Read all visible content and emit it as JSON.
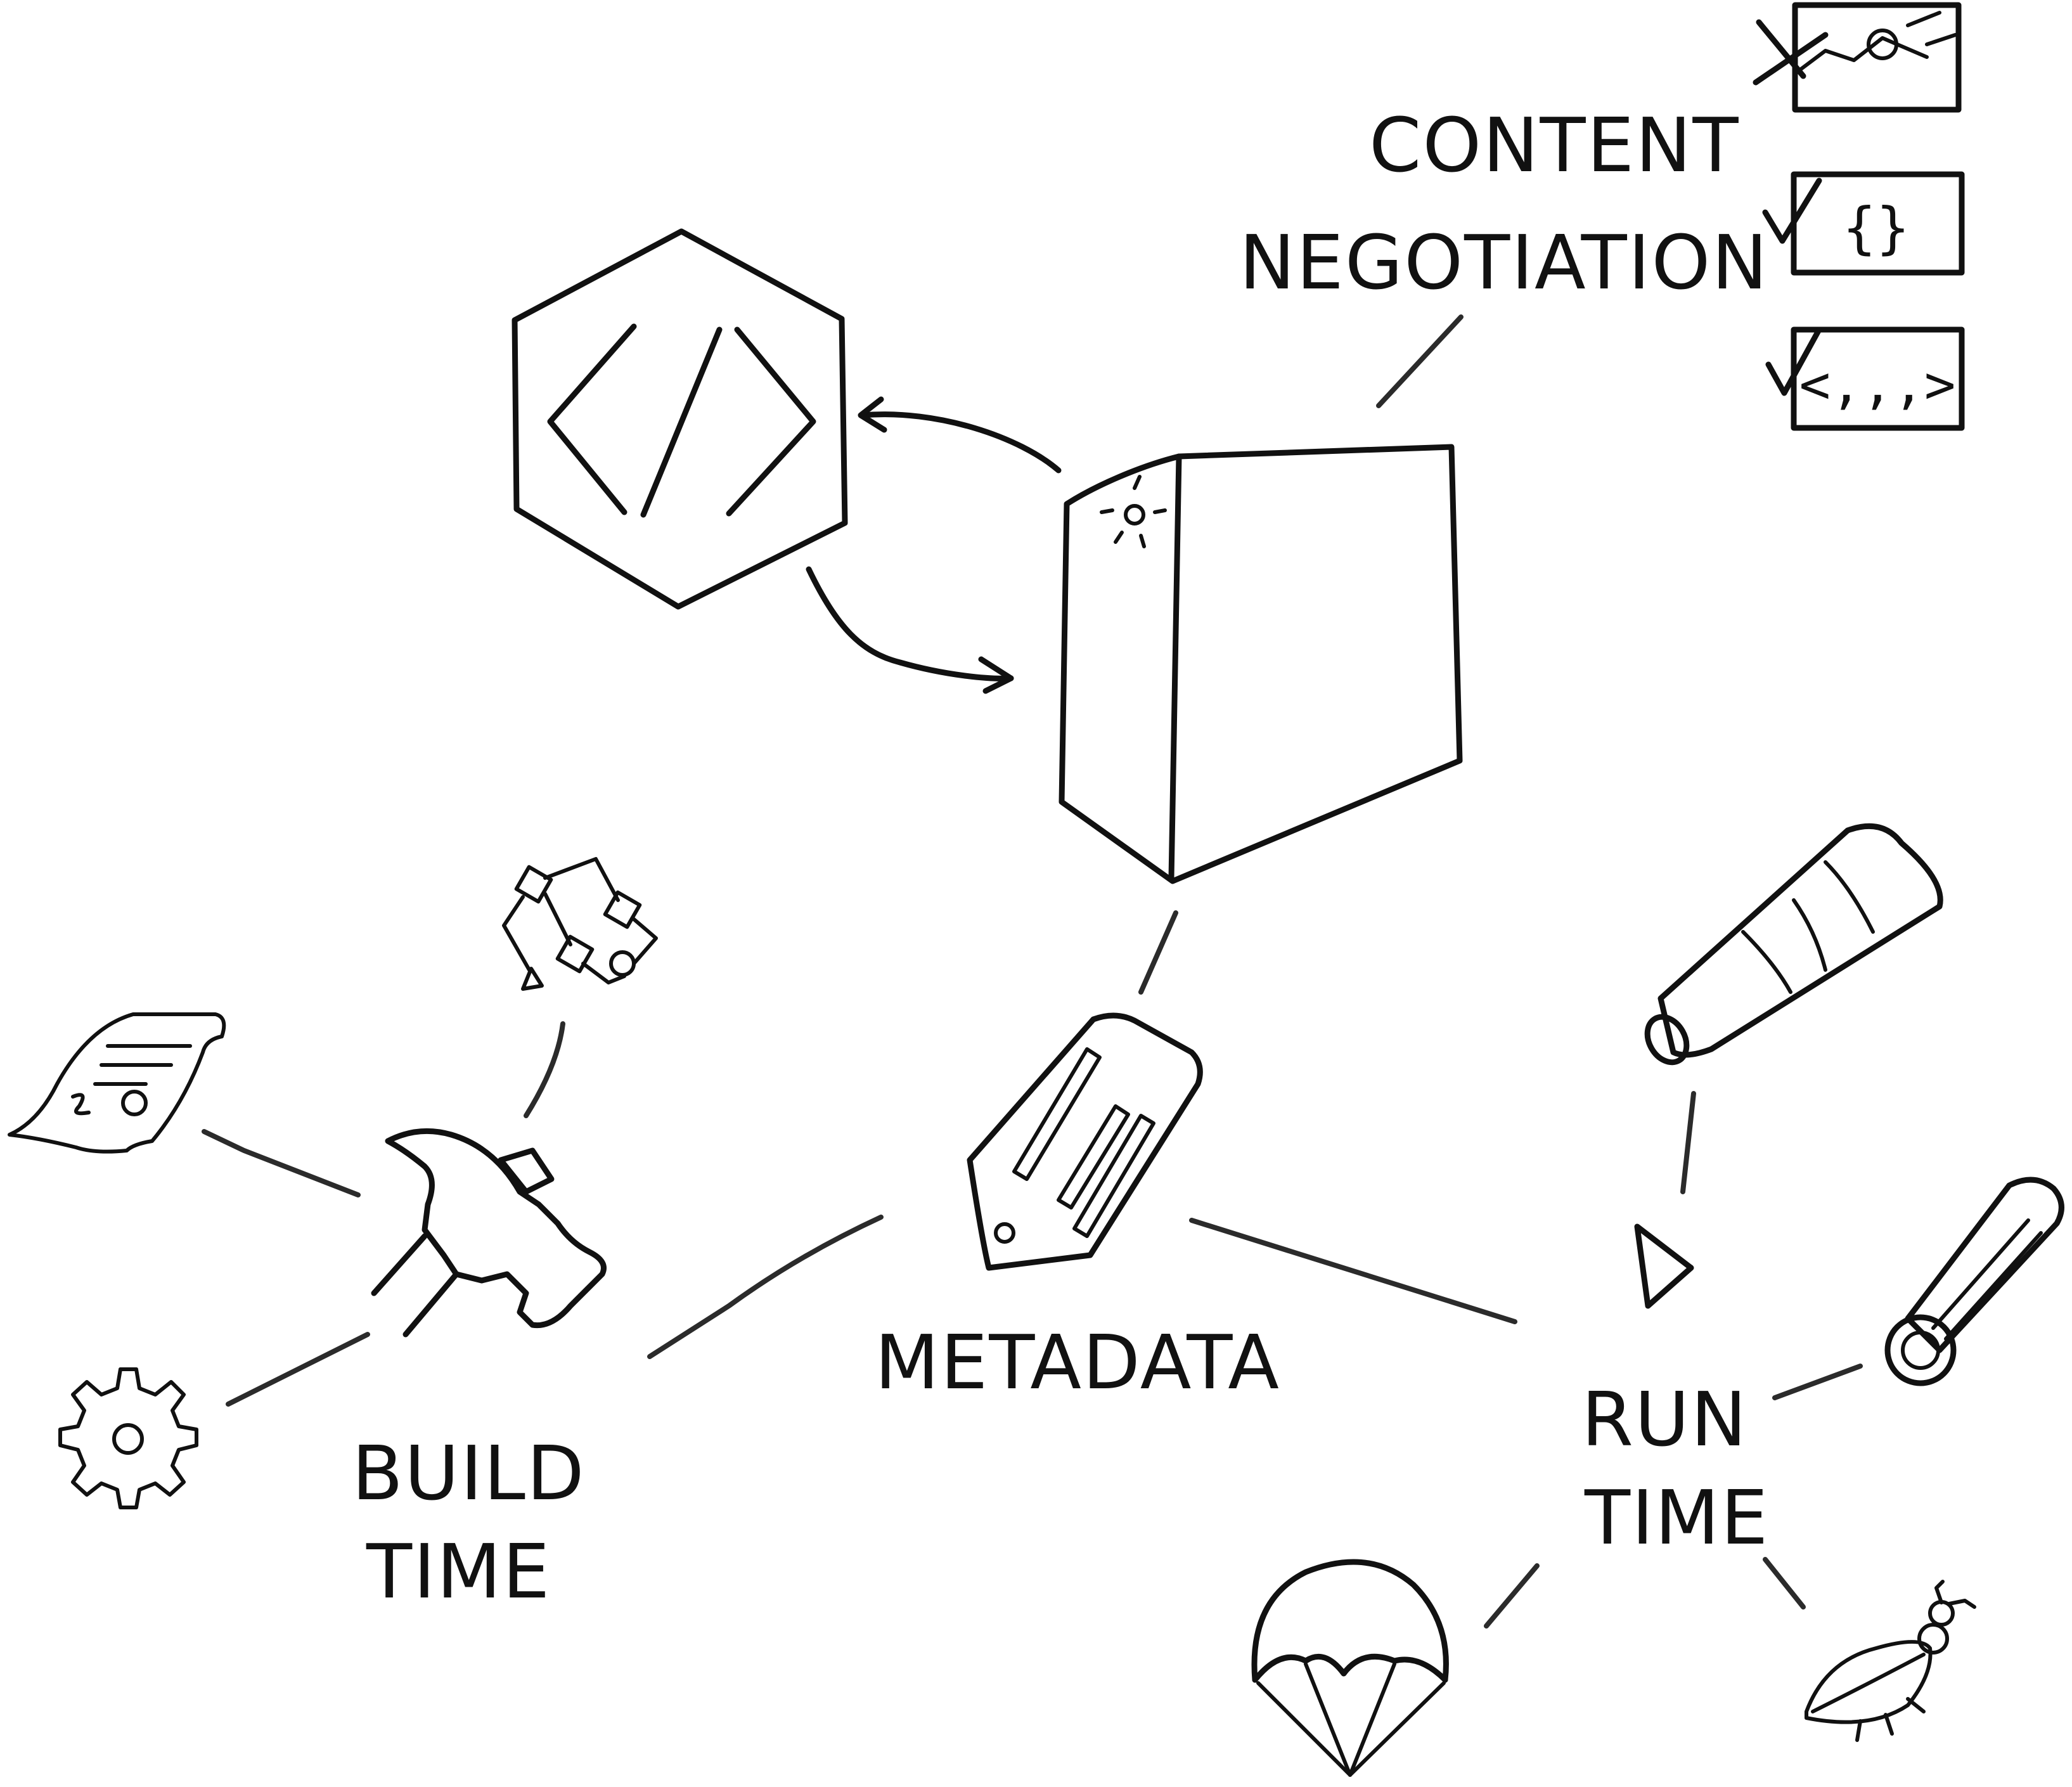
{
  "labels": {
    "content_negotiation_line1": "CONTENT",
    "content_negotiation_line2": "NEGOTIATION",
    "metadata": "METADATA",
    "build_time_line1": "BUILD",
    "build_time_line2": "TIME",
    "run_time_line1": "RUN",
    "run_time_line2": "TIME"
  },
  "icons": {
    "code_hexagon": "code-hexagon-icon",
    "server": "server-icon",
    "image_format_rejected": "image-format-icon",
    "json_format_accepted": "json-format-icon",
    "xml_format_accepted": "xml-format-icon",
    "tag": "metadata-tag-icon",
    "hammer": "hammer-icon",
    "flowchart": "flowchart-icon",
    "certificate": "certificate-icon",
    "gear": "gear-icon",
    "telescope": "telescope-icon",
    "thermometer": "thermometer-icon",
    "parachute": "parachute-icon",
    "bug": "bug-icon",
    "play": "play-icon"
  },
  "colors": {
    "ink": "#111111",
    "background": "#ffffff"
  }
}
